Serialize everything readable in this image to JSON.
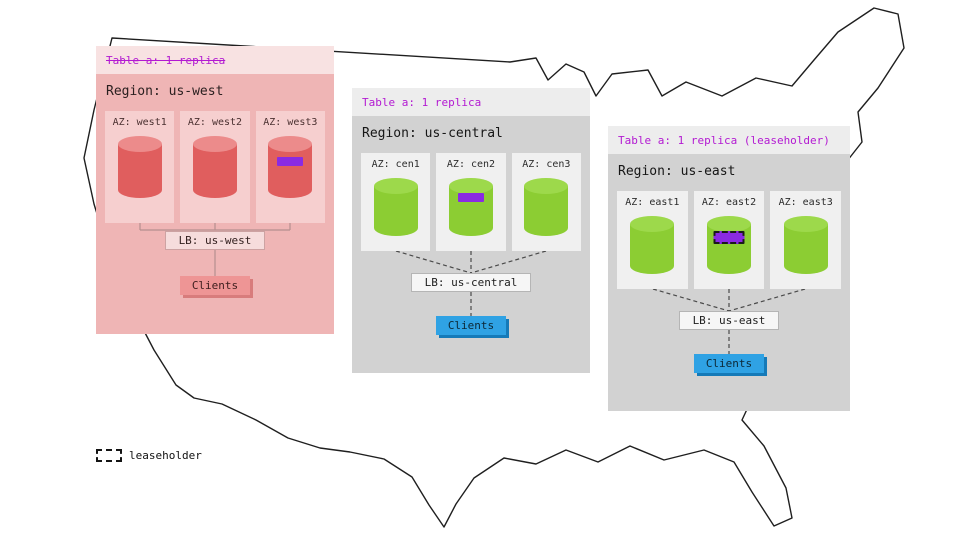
{
  "legend": {
    "label": "leaseholder"
  },
  "regions": [
    {
      "table_label": "Table a: 1 replica",
      "table_label_struck_through": true,
      "region_label": "Region: us-west",
      "azs": [
        {
          "label": "AZ: west1",
          "has_range": false,
          "leaseholder": false
        },
        {
          "label": "AZ: west2",
          "has_range": false,
          "leaseholder": false
        },
        {
          "label": "AZ: west3",
          "has_range": true,
          "leaseholder": false
        }
      ],
      "lb_label": "LB: us-west",
      "clients_label": "Clients",
      "status": "inactive"
    },
    {
      "table_label": "Table a: 1 replica",
      "table_label_struck_through": false,
      "region_label": "Region: us-central",
      "azs": [
        {
          "label": "AZ: cen1",
          "has_range": false,
          "leaseholder": false
        },
        {
          "label": "AZ: cen2",
          "has_range": true,
          "leaseholder": false
        },
        {
          "label": "AZ: cen3",
          "has_range": false,
          "leaseholder": false
        }
      ],
      "lb_label": "LB: us-central",
      "clients_label": "Clients",
      "status": "active"
    },
    {
      "table_label": "Table a: 1 replica (leaseholder)",
      "table_label_struck_through": false,
      "region_label": "Region: us-east",
      "azs": [
        {
          "label": "AZ: east1",
          "has_range": false,
          "leaseholder": false
        },
        {
          "label": "AZ: east2",
          "has_range": true,
          "leaseholder": true
        },
        {
          "label": "AZ: east3",
          "has_range": false,
          "leaseholder": false
        }
      ],
      "lb_label": "LB: us-east",
      "clients_label": "Clients",
      "status": "active"
    }
  ],
  "colors": {
    "table_label_purple": "#b31ad2",
    "range_purple": "#8a2be2",
    "replica_green": "#8ccd33",
    "replica_red": "#e05e5e",
    "clients_blue": "#2fa2e4",
    "west_inactive_pink": "#efb5b5",
    "region_gray": "#d2d2d2"
  }
}
